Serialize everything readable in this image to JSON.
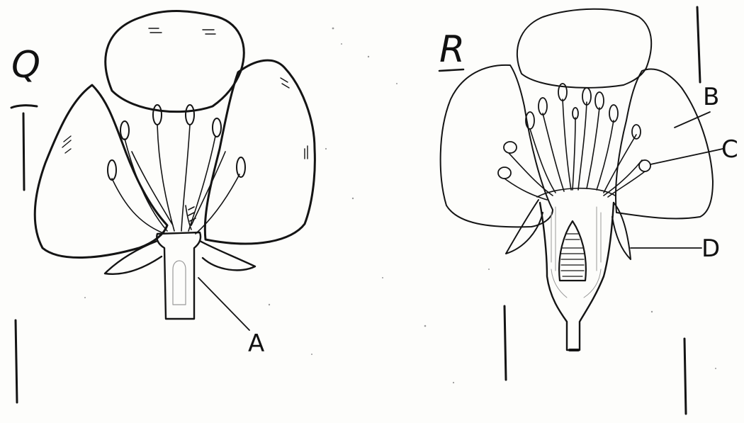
{
  "panels": [
    {
      "label": "Q"
    },
    {
      "label": "R"
    }
  ],
  "part_labels": [
    "A",
    "B",
    "C",
    "D"
  ],
  "colors": {
    "ink": "#141414",
    "paper": "#fdfdfb",
    "stipple": "#9a9a9a"
  }
}
